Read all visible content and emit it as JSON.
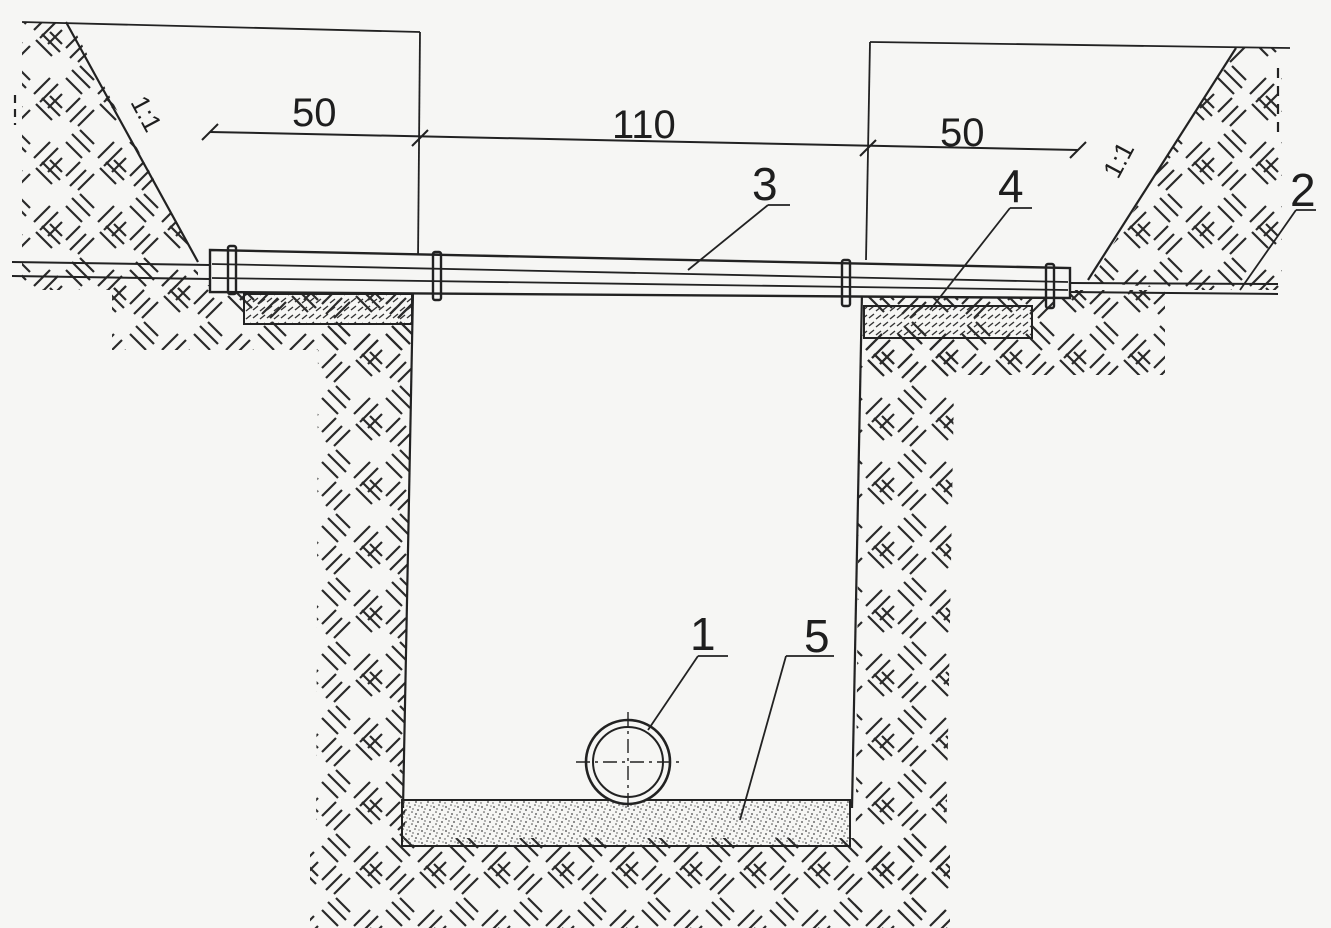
{
  "dimensions": {
    "left_width": "50",
    "center_width": "110",
    "right_width": "50"
  },
  "slopes": {
    "left": "1:1",
    "right": "1:1"
  },
  "callouts": {
    "pipe": "1",
    "cable": "2",
    "casing": "3",
    "support_block": "4",
    "bedding": "5"
  }
}
